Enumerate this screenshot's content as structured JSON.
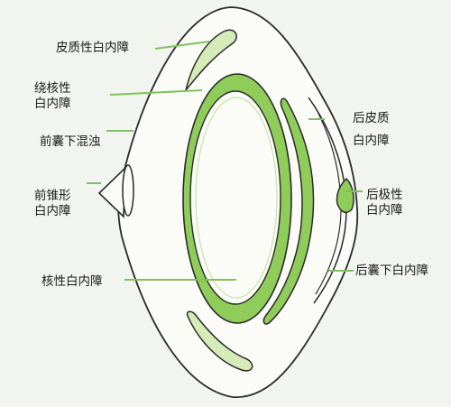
{
  "colors": {
    "background": "#f2f4ef",
    "lens_fill": "#fbfcf7",
    "outline": "#2a2a2a",
    "cataract_green": "#8fcc5a",
    "cataract_light": "#d5ecb8",
    "leader_line": "#7fc25a"
  },
  "labels": {
    "cortical": "皮质性白内障",
    "perinuclear_1": "绕核性",
    "perinuclear_2": "白内障",
    "anterior_subcapsular": "前囊下混浊",
    "anterior_pyramidal_1": "前锥形",
    "anterior_pyramidal_2": "白内障",
    "nuclear": "核性白内障",
    "posterior_cortical_1": "后皮质",
    "posterior_cortical_2": "白内障",
    "posterior_polar_1": "后极性",
    "posterior_polar_2": "白内障",
    "posterior_subcapsular": "后囊下白内障"
  }
}
